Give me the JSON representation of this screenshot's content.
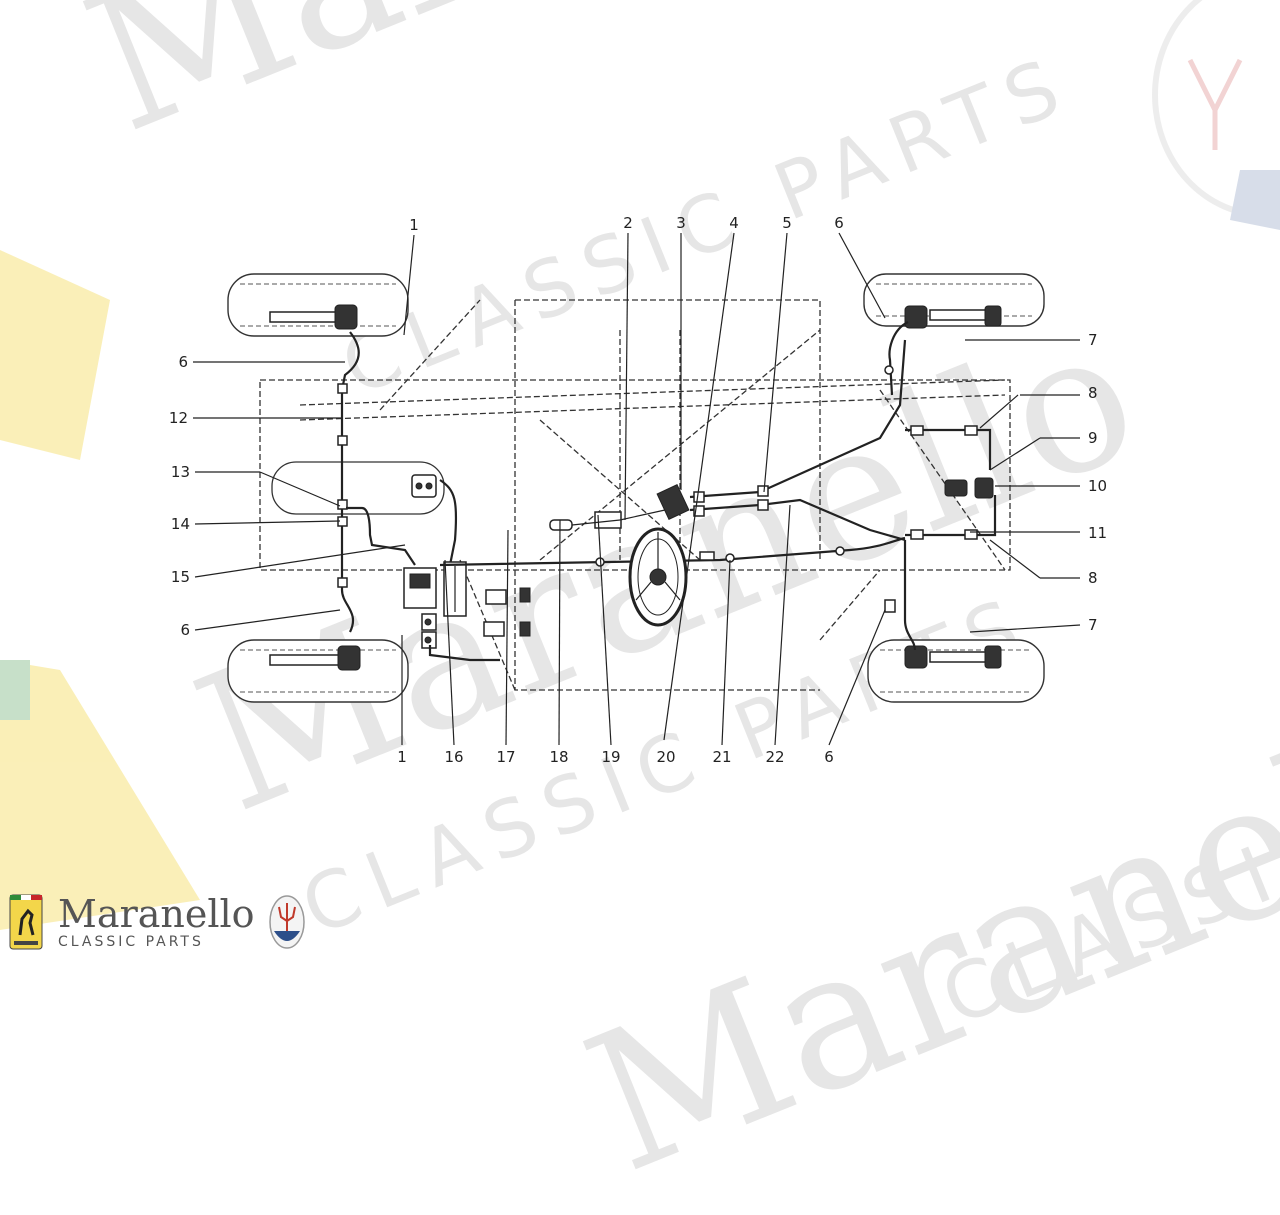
{
  "watermark": {
    "brand": "Maranello",
    "tagline": "CLASSIC PARTS"
  },
  "diagram": {
    "callouts_top": [
      "1",
      "2",
      "3",
      "4",
      "5",
      "6"
    ],
    "callouts_bottom": [
      "1",
      "16",
      "17",
      "18",
      "19",
      "20",
      "21",
      "22",
      "6"
    ],
    "callouts_left": [
      "6",
      "12",
      "13",
      "14",
      "15",
      "6"
    ],
    "callouts_right": [
      "7",
      "8",
      "9",
      "10",
      "11",
      "8",
      "7"
    ]
  },
  "footer": {
    "brand_name": "Maranello",
    "brand_tagline": "CLASSIC PARTS",
    "left_emblem": "prancing-horse-shield-icon",
    "right_emblem": "trident-badge-icon"
  },
  "colors": {
    "emblem_yellow": "#f3d64a",
    "emblem_green": "#2e8b3a",
    "emblem_red": "#c8262b",
    "trident_red": "#c0392b",
    "trident_blue": "#2d4f8a"
  }
}
